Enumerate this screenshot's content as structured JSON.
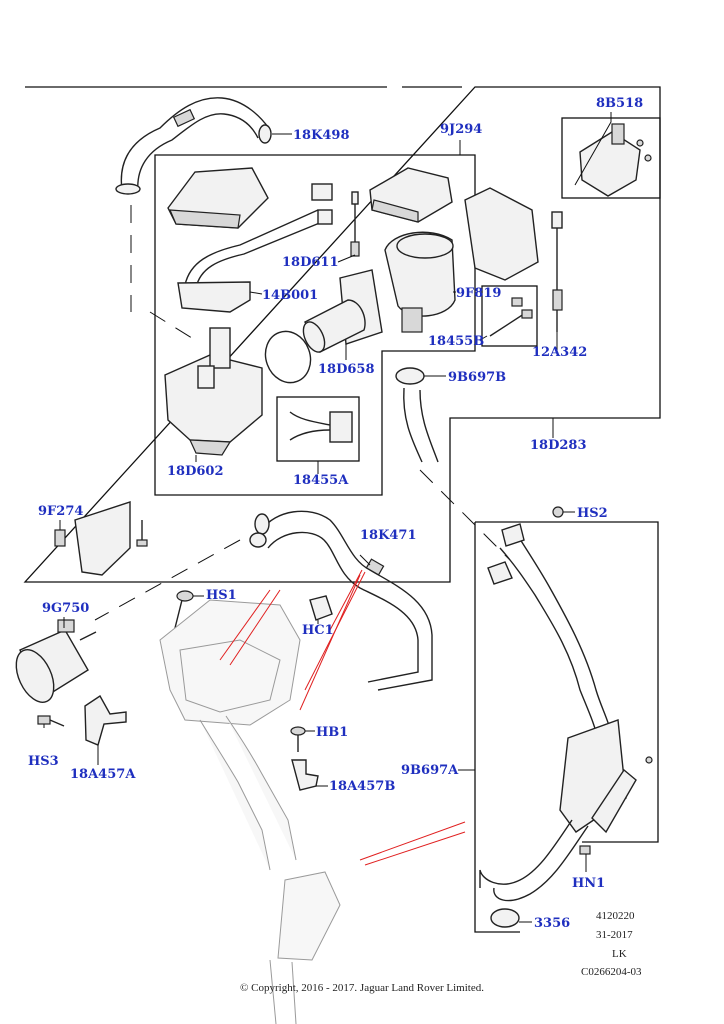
{
  "labels": {
    "l_18K498": "18K498",
    "l_9J294": "9J294",
    "l_8B518": "8B518",
    "l_18D611": "18D611",
    "l_14B001": "14B001",
    "l_9F819": "9F819",
    "l_18455B": "18455B",
    "l_12A342": "12A342",
    "l_18D658": "18D658",
    "l_9B697B": "9B697B",
    "l_18D283": "18D283",
    "l_18D602": "18D602",
    "l_18455A": "18455A",
    "l_9F274": "9F274",
    "l_18K471": "18K471",
    "l_HS2": "HS2",
    "l_9G750": "9G750",
    "l_HS1": "HS1",
    "l_HC1": "HC1",
    "l_HB1": "HB1",
    "l_HS3": "HS3",
    "l_18A457A": "18A457A",
    "l_18A457B": "18A457B",
    "l_9B697A": "9B697A",
    "l_HN1": "HN1",
    "l_3356": "3356"
  },
  "meta": {
    "line1": "4120220",
    "line2": "31-2017",
    "line3": "LK",
    "line4": "C0266204-03"
  },
  "copyright": "© Copyright, 2016 - 2017. Jaguar Land Rover Limited.",
  "colors": {
    "label": "#1f2fbf",
    "line": "#111111",
    "ghost": "#9a9a9a",
    "red_leader": "#e02020"
  }
}
